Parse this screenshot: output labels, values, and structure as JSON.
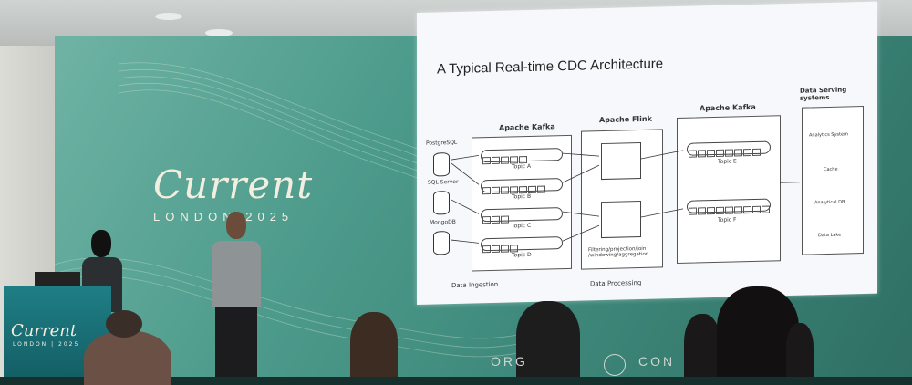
{
  "venue": {
    "brand": "Current",
    "brand_sub": "LONDON 2025",
    "podium_brand": "Current",
    "podium_sub": "LONDON | 2025",
    "bottom_text_left": "ORG",
    "bottom_text_right": "CON"
  },
  "slide": {
    "title": "A Typical Real-time CDC Architecture",
    "sources": [
      "PostgreSQL",
      "SQL Server",
      "MongoDB"
    ],
    "kafka_label_1": "Apache Kafka",
    "flink_label": "Apache Flink",
    "kafka_label_2": "Apache Kafka",
    "serving_title": "Data Serving systems",
    "topics_in": [
      "Topic A",
      "Topic B",
      "Topic C",
      "Topic D"
    ],
    "topics_out": [
      "Topic E",
      "Topic F"
    ],
    "processing_note": "Filtering/projection/join /windowing/aggregation...",
    "serving_items": [
      "Analytics System",
      "Cache",
      "Analytical DB",
      "Data Lake"
    ],
    "footer_ingestion": "Data Ingestion",
    "footer_processing": "Data Processing"
  }
}
